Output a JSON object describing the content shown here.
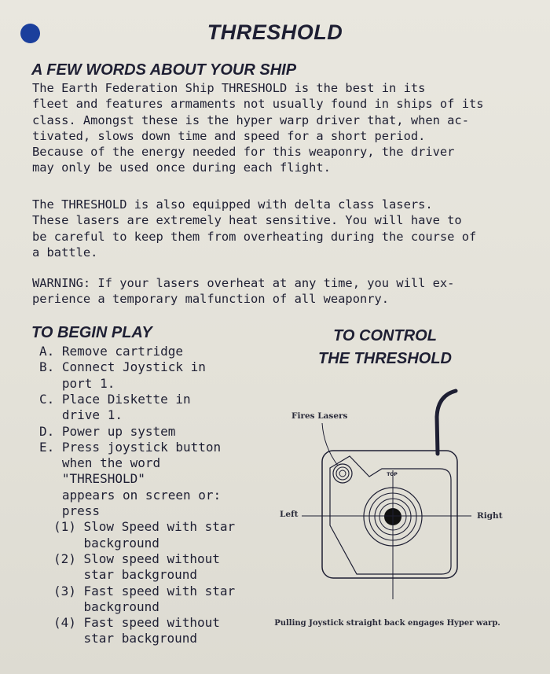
{
  "title": "THRESHOLD",
  "section_ship": {
    "heading": "A FEW WORDS ABOUT YOUR SHIP",
    "paragraph1_lines": [
      "The Earth Federation Ship THRESHOLD is the best in its",
      "fleet and features armaments not usually found in ships of its",
      "class. Amongst these is the hyper warp driver that, when ac-",
      "tivated, slows down time and speed for a short period.",
      "Because of the energy needed for this weaponry, the driver",
      "may only be used once during each flight."
    ],
    "paragraph2_lines": [
      "The THRESHOLD is also equipped with delta class lasers.",
      "These lasers are extremely heat sensitive. You will have to",
      "be careful to keep them from overheating during the course of",
      "a battle."
    ],
    "warning_lines": [
      "WARNING: If your lasers overheat at any time, you will ex-",
      "perience a temporary malfunction of all weaponry."
    ]
  },
  "begin_play": {
    "heading": "TO BEGIN PLAY",
    "lines": [
      "A. Remove cartridge",
      "B. Connect Joystick in",
      "   port 1.",
      "C. Place Diskette in",
      "   drive 1.",
      "D. Power up system",
      "E. Press joystick button",
      "   when the word",
      "   \"THRESHOLD\"",
      "   appears on screen or:",
      "   press",
      "(1) Slow Speed with star",
      "    background",
      "(2) Slow speed without",
      "    star background",
      "(3) Fast speed with star",
      "    background",
      "(4) Fast speed without",
      "    star background"
    ]
  },
  "control": {
    "heading_line1": "TO CONTROL",
    "heading_line2": "THE THRESHOLD",
    "label_fires": "Fires Lasers",
    "label_left": "Left",
    "label_right": "Right",
    "label_top": "TOP",
    "caption": "Pulling Joystick straight back engages Hyper warp."
  },
  "colors": {
    "paper": "#e6e4dc",
    "ink": "#1e1f33",
    "dot": "#1b3f9c"
  }
}
